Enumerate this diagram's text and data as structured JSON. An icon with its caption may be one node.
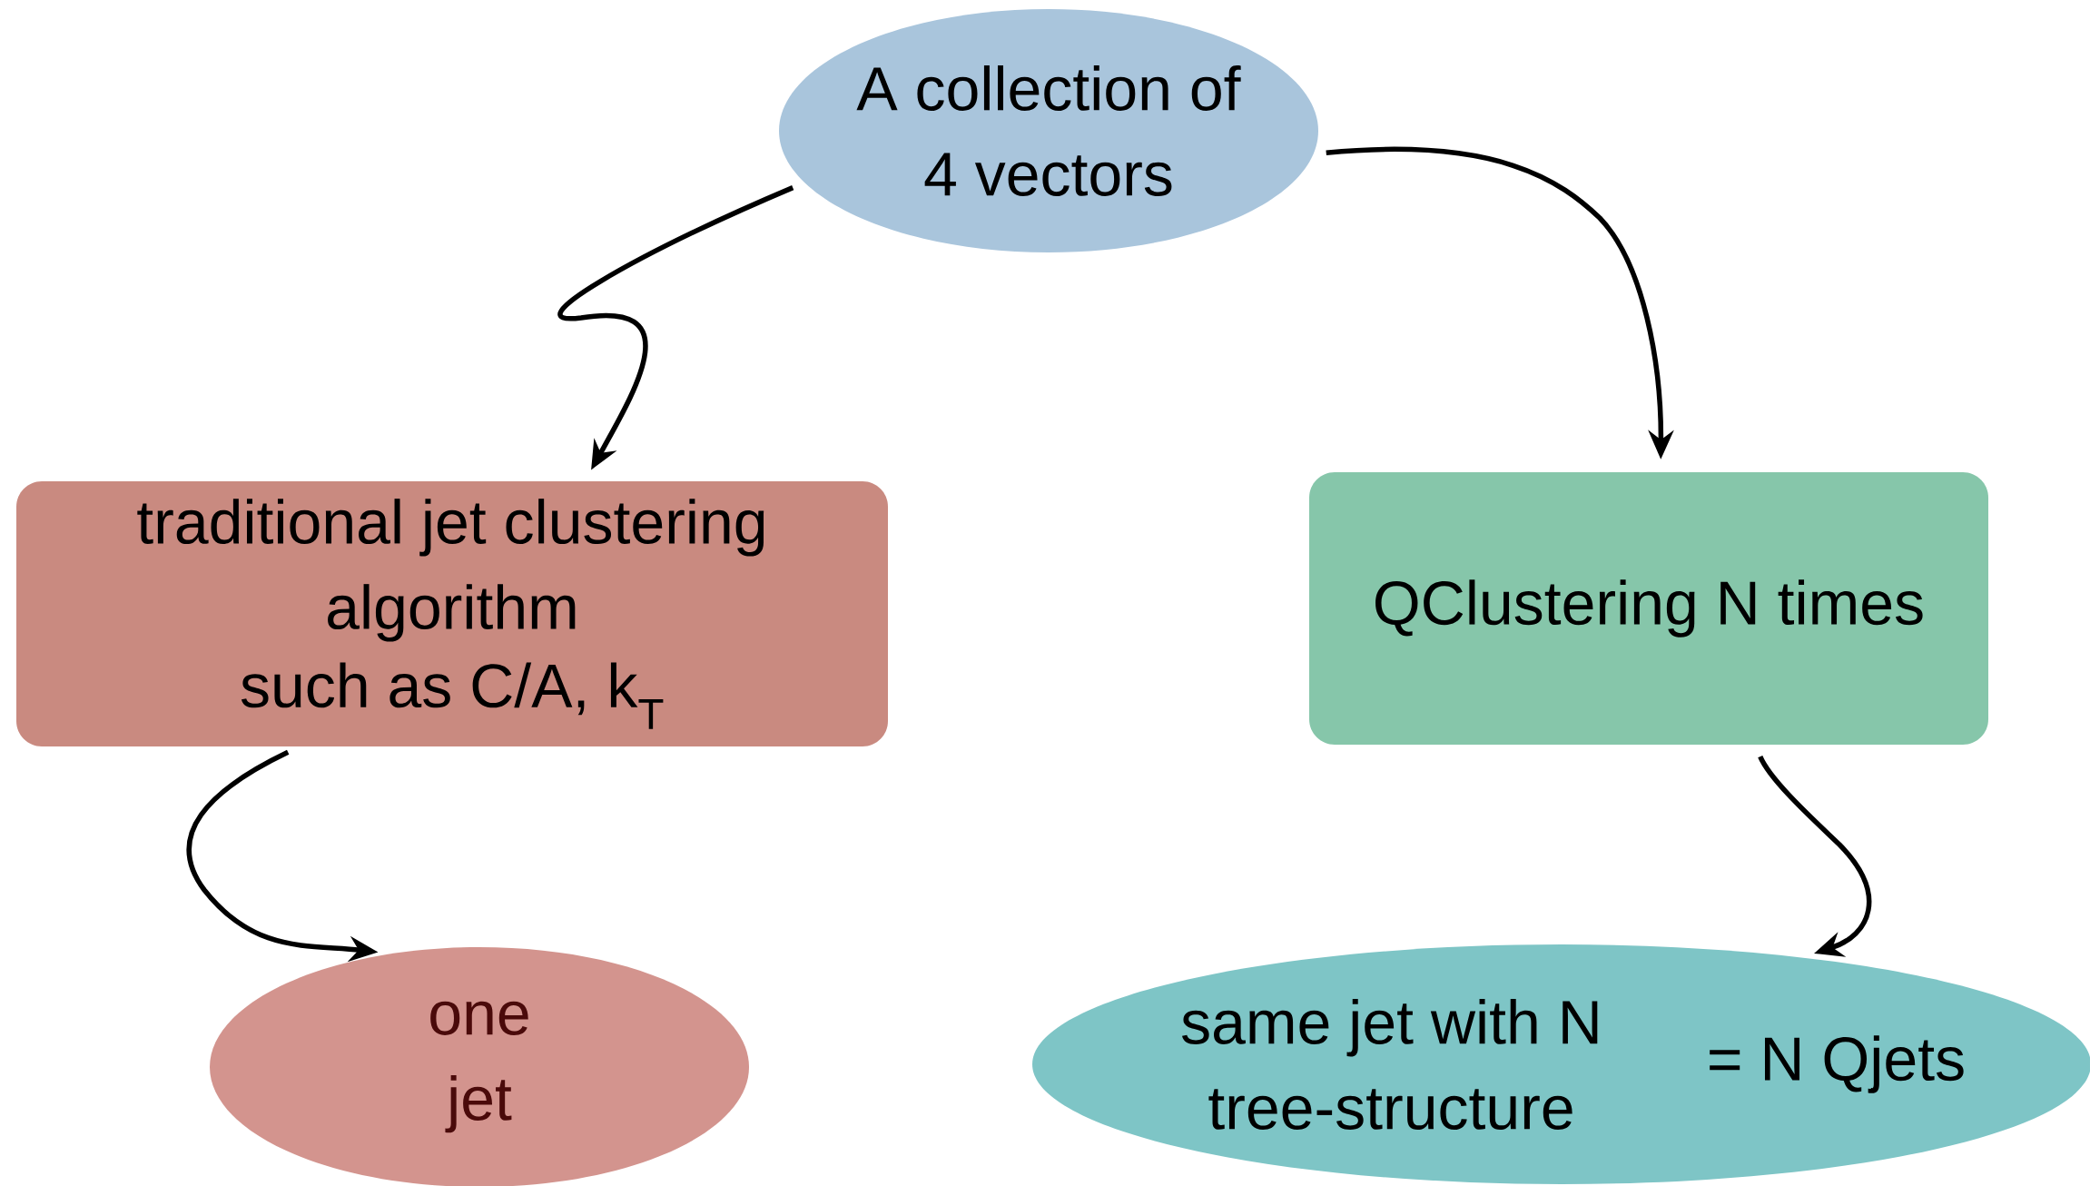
{
  "diagram": {
    "nodes": [
      {
        "text": [
          "A collection of 4 vectors"
        ]
      },
      {
        "text": [
          "traditional jet clustering algorithm",
          "such as C/A, k$_{T}$"
        ]
      },
      {
        "text": [
          "QClustering N times"
        ]
      },
      {
        "text": [
          "one jet"
        ]
      },
      {
        "text": [
          "same jet with N tree-structure",
          "= N Qjets"
        ]
      }
    ],
    "edges": [
      {
        "from": 0,
        "to": 1,
        "arrow": "to"
      },
      {
        "from": 0,
        "to": 2,
        "arrow": "to"
      },
      {
        "from": 1,
        "to": 3,
        "arrow": "to"
      },
      {
        "from": 2,
        "to": 4,
        "arrow": "to"
      }
    ]
  }
}
